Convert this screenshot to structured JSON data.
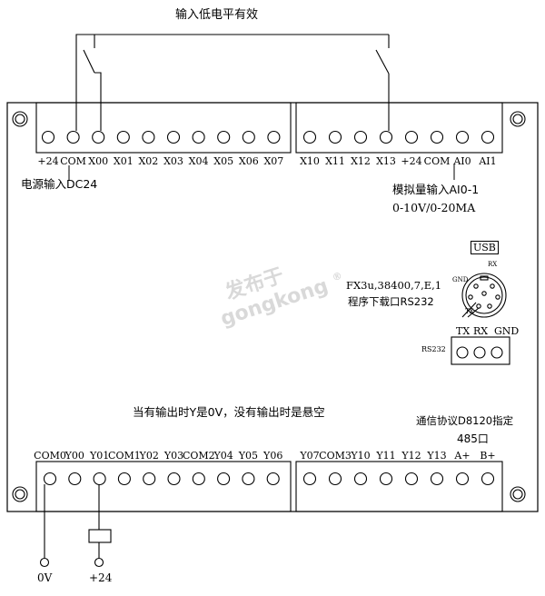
{
  "title": "输入低电平有效",
  "power_input_label": "电源输入DC24",
  "analog": {
    "label": "模拟量输入AI0-1",
    "range": "0-10V/0-20MA"
  },
  "usb": {
    "label": "USB",
    "params": "FX3u,38400,7,E,1",
    "program_port": "程序下载口RS232",
    "pin_labels": {
      "rx": "RX",
      "gnd": "GND",
      "tx": "TX"
    }
  },
  "rs232": {
    "label": "RS232",
    "pins": [
      "TX",
      "RX",
      "GND"
    ]
  },
  "output_note": "当有输出时Y是0V，没有输出时是悬空",
  "protocol_note": "通信协议D8120指定",
  "rs485_label": "485口",
  "watermark": {
    "line1": "发布于",
    "line2": "gongkong",
    "mark": "®"
  },
  "top_left_terminals": [
    "+24",
    "COM",
    "X00",
    "X01",
    "X02",
    "X03",
    "X04",
    "X05",
    "X06",
    "X07"
  ],
  "top_right_terminals": [
    "X10",
    "X11",
    "X12",
    "X13",
    "+24",
    "COM",
    "AI0",
    "AI1"
  ],
  "bottom_left_terminals": [
    "COM0",
    "Y00",
    "Y01",
    "COM1",
    "Y02",
    "Y03",
    "COM2",
    "Y04",
    "Y05",
    "Y06"
  ],
  "bottom_right_terminals": [
    "Y07",
    "COM3",
    "Y10",
    "Y11",
    "Y12",
    "Y13",
    "A+",
    "B+"
  ],
  "wiring": {
    "zero_v": "0V",
    "plus24": "+24"
  }
}
